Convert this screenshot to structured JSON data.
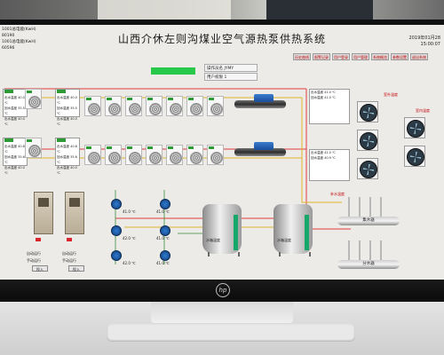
{
  "header": {
    "title": "山西介休左则沟煤业空气源热泵供热系统",
    "left_lines": [
      "1001总电能(KwH)",
      "80190",
      "1001总电能(KwH)",
      "60596"
    ],
    "date": "2019年01月28",
    "time": "15:00:07"
  },
  "nav": {
    "buttons": [
      "历史曲线",
      "报警记录",
      "用户登录",
      "用户管理",
      "系统概览",
      "参数设置",
      "退出系统"
    ]
  },
  "info": {
    "row1_label": "操作员名",
    "row1_value": "JYMY",
    "row2_label": "用户权限",
    "row2_value": "1"
  },
  "params": {
    "group1": [
      "出水温度 40.0 ℃",
      "回水温度 35.5 ℃",
      "出水温度 40.0 ℃"
    ],
    "group2": [
      "出水温度 40.8 ℃",
      "回水温度 35.6 ℃",
      "出水温度 40.0 ℃"
    ],
    "right_top": [
      "出水温度 41.0 ℃",
      "回水温度 41.0 ℃"
    ],
    "right_mid": [
      "出水温度 41.0 ℃",
      "回水温度 40.9 ℃"
    ],
    "pump_left": [
      "41.0 ℃",
      "42.0 ℃",
      "42.0 ℃"
    ],
    "pump_right": [
      "41.0 ℃",
      "41.0 ℃",
      "41.0 ℃"
    ],
    "labels": [
      "室外温度",
      "室内温度",
      "补水温度"
    ]
  },
  "tanks": {
    "left_label": "水箱温度",
    "right_label": "水箱温度"
  },
  "headers": {
    "collector": "集水器",
    "distributor": "分水器"
  },
  "buttons": {
    "start": "投入",
    "stop": "投入",
    "auto": "自动运行",
    "manual": "手动运行"
  },
  "colors": {
    "green": "#27c94a",
    "red": "#d9262c",
    "pipe_red": "#e23b3b",
    "pipe_yellow": "#e0b62a"
  }
}
